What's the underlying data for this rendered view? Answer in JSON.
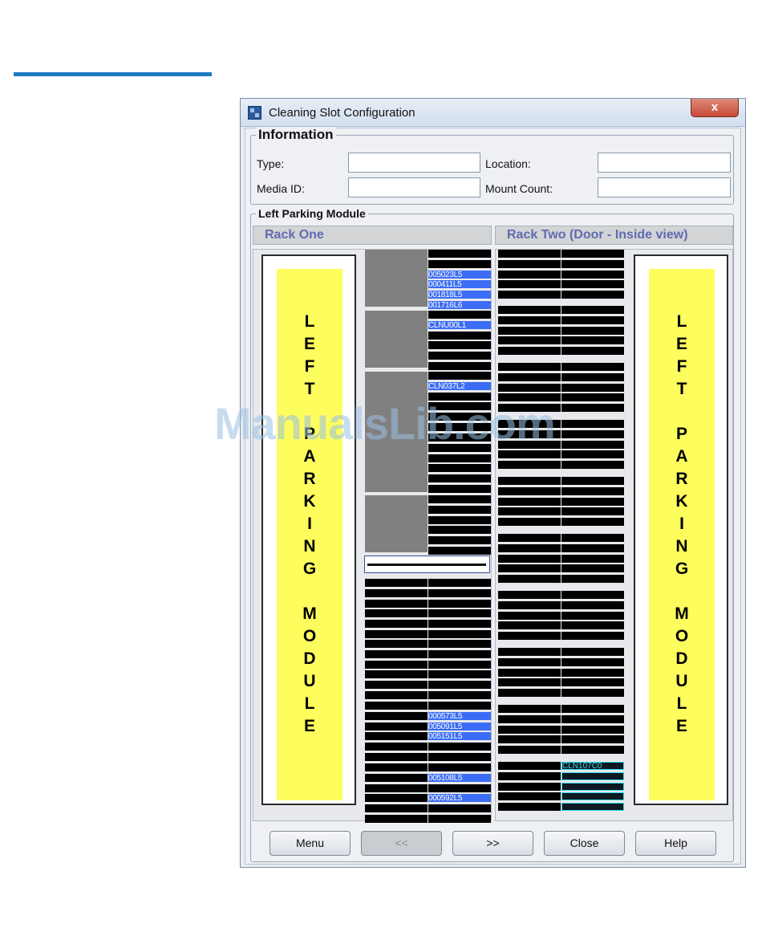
{
  "window": {
    "title": "Cleaning Slot Configuration",
    "close_glyph": "x"
  },
  "information": {
    "title": "Information",
    "type_label": "Type:",
    "location_label": "Location:",
    "media_id_label": "Media ID:",
    "mount_count_label": "Mount Count:",
    "type_value": "",
    "location_value": "",
    "media_id_value": "",
    "mount_count_value": ""
  },
  "module": {
    "title": "Left Parking Module",
    "rack_one_label": "Rack One",
    "rack_two_label": "Rack Two (Door - Inside view)",
    "side_text": "L\nE\nF\nT\n \nP\nA\nR\nK\nI\nN\nG\n \nM\nO\nD\nU\nL\nE"
  },
  "rack_one_right": {
    "tapes": [
      {
        "index": 2,
        "label": "005023L5"
      },
      {
        "index": 3,
        "label": "000411L5"
      },
      {
        "index": 4,
        "label": "001818L5"
      },
      {
        "index": 5,
        "label": "001716L6"
      },
      {
        "index": 7,
        "label": "CLNU00L1"
      },
      {
        "index": 13,
        "label": "CLN037L2"
      },
      {
        "index": 49,
        "label": "000573L5"
      },
      {
        "index": 50,
        "label": "005091L5"
      },
      {
        "index": 51,
        "label": "005151L5"
      },
      {
        "index": 55,
        "label": "005108L5"
      },
      {
        "index": 57,
        "label": "000592L5"
      }
    ]
  },
  "rack_two_right": {
    "cyan_label": "CLN107C0"
  },
  "buttons": {
    "menu": "Menu",
    "prev": "<<",
    "next": ">>",
    "close": "Close",
    "help": "Help"
  },
  "watermark": "ManualsLib.com",
  "colors": {
    "accent_line": "#1a7bc1",
    "tape_blue": "#3b6cf5",
    "parking_yellow": "#fdfd5e",
    "cleaning_cyan": "#2fd8e8"
  }
}
